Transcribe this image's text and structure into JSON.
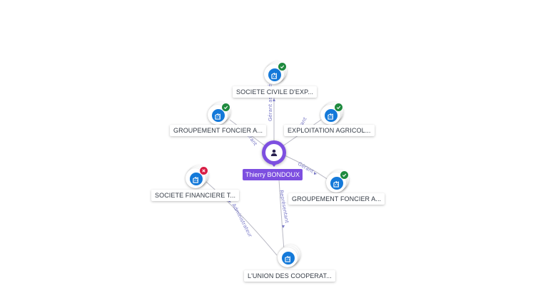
{
  "center": {
    "label": "Thierry BONDOUX",
    "icon": "person-icon",
    "color": "#7d4fe0"
  },
  "nodes": [
    {
      "id": "n1",
      "label": "SOCIETE CIVILE D'EXP...",
      "status": "active",
      "icon": "building-icon"
    },
    {
      "id": "n2",
      "label": "GROUPEMENT FONCIER A...",
      "status": "active",
      "icon": "building-icon"
    },
    {
      "id": "n3",
      "label": "EXPLOITATION AGRICOL...",
      "status": "active",
      "icon": "building-icon"
    },
    {
      "id": "n4",
      "label": "SOCIETE FINANCIERE T...",
      "status": "closed",
      "icon": "building-icon"
    },
    {
      "id": "n5",
      "label": "GROUPEMENT FONCIER A...",
      "status": "active",
      "icon": "building-icon"
    },
    {
      "id": "n6",
      "label": "L'UNION DES COOPERAT...",
      "status": "none",
      "icon": "building-icon"
    }
  ],
  "edge_labels": {
    "gerant_associe": "Gérant associé",
    "gerant_left": "Gérant",
    "gerant_right": "Gérant",
    "gerant_lower": "Gérant",
    "representant": "Représentant",
    "administrateur": "Administrateur"
  },
  "colors": {
    "company": "#1479d9",
    "active_badge": "#1e8a3e",
    "closed_badge": "#d81e45",
    "edge_label": "#7b7bc8"
  }
}
